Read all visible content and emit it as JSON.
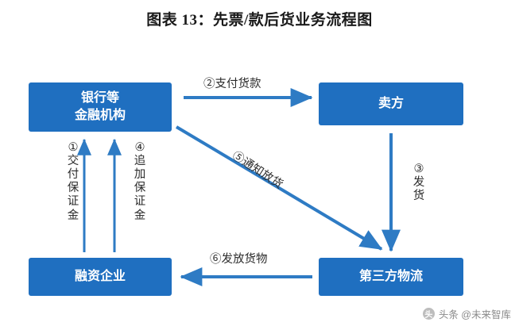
{
  "title": "图表 13：先票/款后货业务流程图",
  "nodes": {
    "bank": {
      "line1": "银行等",
      "line2": "金融机构"
    },
    "seller": {
      "line1": "卖方"
    },
    "firm": {
      "line1": "融资企业"
    },
    "logistics": {
      "line1": "第三方物流"
    }
  },
  "flows": {
    "pay_goods": "②支付货款",
    "notify_release": "⑤通知放货",
    "issue_goods": "⑥发放货物",
    "deposit": "① 交付保证金",
    "additional_deposit": "④ 追加保证金",
    "ship": "③ 发货"
  },
  "labels_vertical": {
    "deposit_chars": [
      "①",
      "交",
      "付",
      "保",
      "证",
      "金"
    ],
    "additional_chars": [
      "④",
      "追",
      "加",
      "保",
      "证",
      "金"
    ],
    "ship_chars": [
      "③",
      "发",
      "货"
    ]
  },
  "footer": {
    "icon_text": "头",
    "text": "头条 @未来智库"
  },
  "colors": {
    "node_fill": "#1f6fc0",
    "arrow": "#2e7bc4",
    "title_text": "#1a1a1a",
    "label_text": "#2b2b2b",
    "footer_text": "#8a8a8a"
  }
}
